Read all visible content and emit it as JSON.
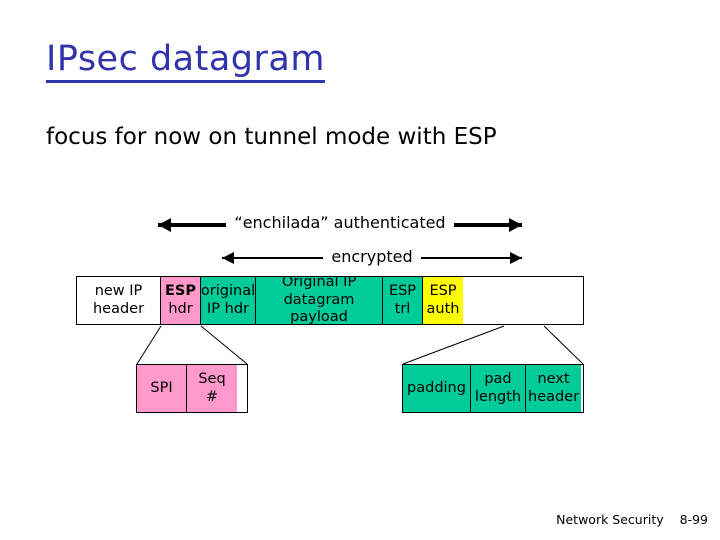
{
  "slide": {
    "title": "IPsec datagram",
    "subtitle": "focus for now on tunnel mode with ESP",
    "title_color": "#3333aa"
  },
  "annotations": {
    "authenticated_label": "“enchilada” authenticated",
    "encrypted_label": "encrypted"
  },
  "colors": {
    "white": "#ffffff",
    "pink": "#ff99cc",
    "green": "#00cc99",
    "yellow": "#ffff00",
    "outline": "#000000"
  },
  "datagram": {
    "cells": [
      {
        "line1": "new IP",
        "line2": "header",
        "fill": "#ffffff",
        "width": 84,
        "bold1": false,
        "bold2": false
      },
      {
        "line1": "ESP",
        "line2": "hdr",
        "fill": "#ff99cc",
        "width": 40,
        "bold1": true,
        "bold2": false
      },
      {
        "line1": "original",
        "line2": "IP hdr",
        "fill": "#00cc99",
        "width": 55,
        "bold1": false,
        "bold2": false
      },
      {
        "line1": "Original IP",
        "line2": "datagram payload",
        "fill": "#00cc99",
        "width": 127,
        "bold1": false,
        "bold2": false
      },
      {
        "line1": "ESP",
        "line2": "trl",
        "fill": "#00cc99",
        "width": 40,
        "bold1": false,
        "bold2": false
      },
      {
        "line1": "ESP",
        "line2": "auth",
        "fill": "#ffff00",
        "width": 40,
        "bold1": false,
        "bold2": false
      }
    ]
  },
  "esp_header_detail": {
    "cells": [
      {
        "line1": "SPI",
        "line2": "",
        "fill": "#ff99cc",
        "width": 50
      },
      {
        "line1": "Seq",
        "line2": "#",
        "fill": "#ff99cc",
        "width": 50
      }
    ]
  },
  "esp_trailer_detail": {
    "cells": [
      {
        "line1": "padding",
        "line2": "",
        "fill": "#00cc99",
        "width": 68
      },
      {
        "line1": "pad",
        "line2": "length",
        "fill": "#00cc99",
        "width": 55
      },
      {
        "line1": "next",
        "line2": "header",
        "fill": "#00cc99",
        "width": 55
      }
    ]
  },
  "footer": {
    "course": "Network Security",
    "page": "8-99"
  }
}
